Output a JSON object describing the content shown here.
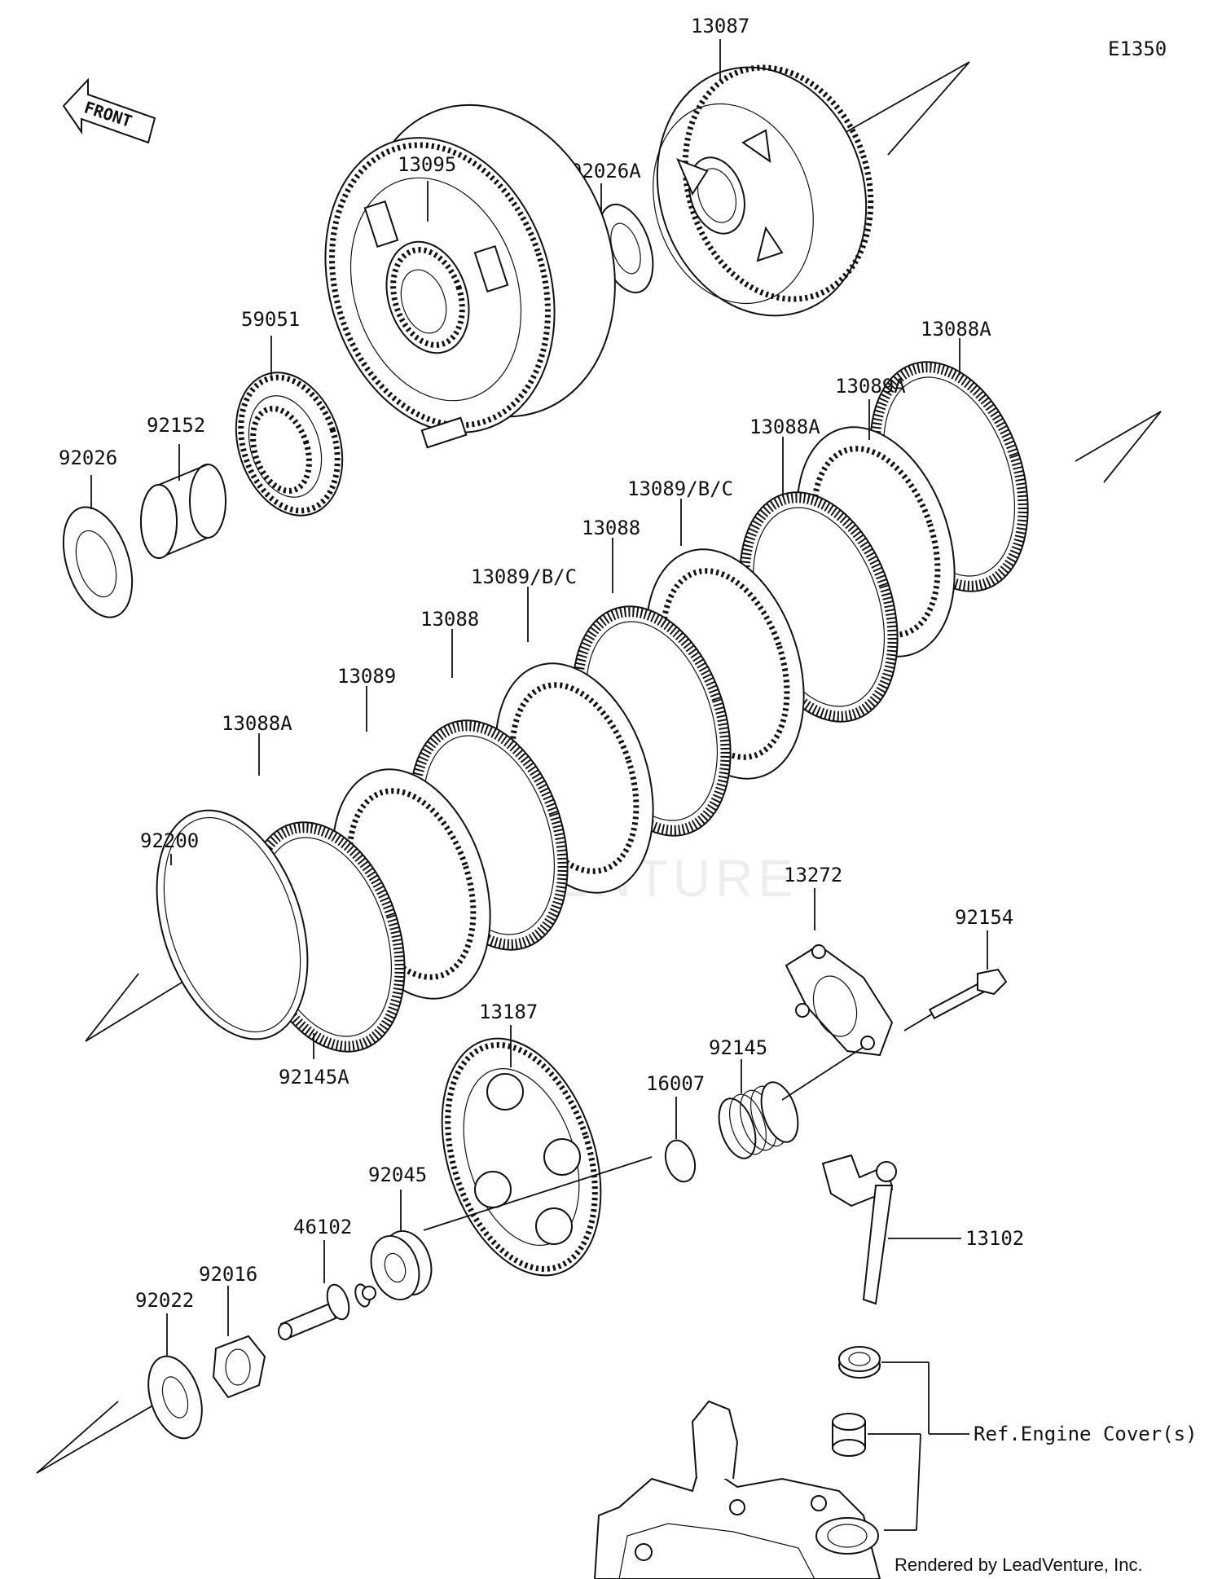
{
  "diagram_code": "E1350",
  "front_label": "FRONT",
  "watermark": "LEADVENTURE",
  "footer": "Rendered by LeadVenture, Inc.",
  "ref_label": "Ref.Engine Cover(s)",
  "parts": {
    "p13087": "13087",
    "p13095": "13095",
    "p92026A": "92026A",
    "p59051": "59051",
    "p92152": "92152",
    "p92026": "92026",
    "p13088A_top": "13088A",
    "p13089A": "13089A",
    "p13088A_mid": "13088A",
    "p13089BC_top": "13089/B/C",
    "p13088_top": "13088",
    "p13089BC_mid": "13089/B/C",
    "p13088_mid": "13088",
    "p13089": "13089",
    "p13088A_low": "13088A",
    "p92200": "92200",
    "p92145A": "92145A",
    "p13272": "13272",
    "p92154": "92154",
    "p13187": "13187",
    "p16007": "16007",
    "p92145": "92145",
    "p92045": "92045",
    "p46102": "46102",
    "p92016": "92016",
    "p92022": "92022",
    "p13102": "13102"
  }
}
